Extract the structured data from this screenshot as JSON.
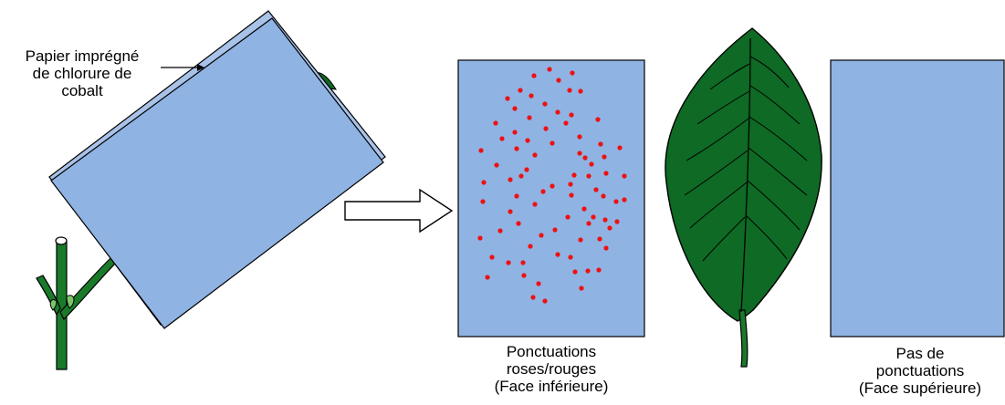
{
  "annotation": {
    "line1": "Papier imprégné",
    "line2": "de chlorure de",
    "line3": "cobalt"
  },
  "captions": {
    "lower_face": {
      "line1": "Ponctuations",
      "line2": "roses/rouges",
      "line3": "(Face inférieure)"
    },
    "upper_face": {
      "line1": "Pas de",
      "line2": "ponctuations",
      "line3": "(Face supérieure)"
    }
  },
  "colors": {
    "paper_blue": "#8fb3e3",
    "paper_edge": "#a9c2e8",
    "leaf_green": "#0e6a24",
    "stem_green": "#1a7a2a",
    "bud_green": "#7cc46a",
    "dot_red": "#ee1111",
    "outline": "#000000"
  },
  "icons": {
    "arrow": "right-arrow-icon"
  }
}
